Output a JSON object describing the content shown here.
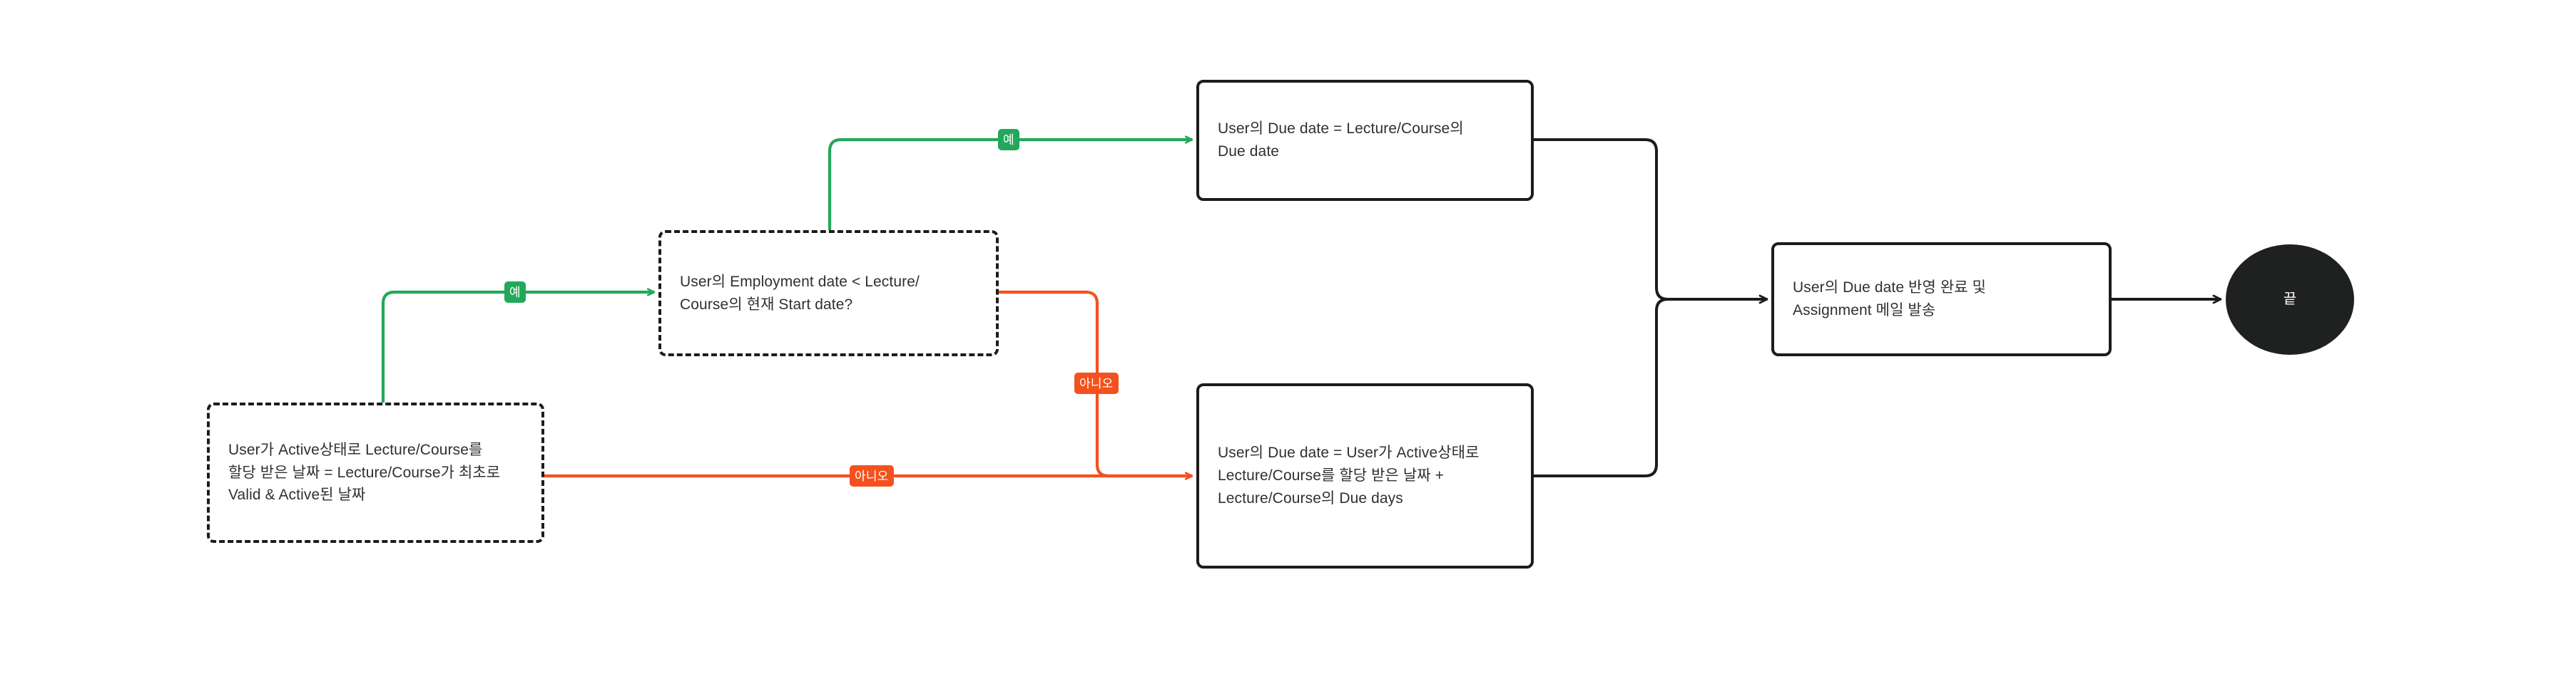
{
  "diagram": {
    "type": "flowchart",
    "background": "#ffffff",
    "colors": {
      "yes_edge": "#22a85a",
      "no_edge": "#f4511e",
      "node_stroke": "#1c1c1b",
      "node_text": "#30302f",
      "terminal_fill": "#1f2020",
      "terminal_text": "#ffffff"
    }
  },
  "nodes": {
    "start_fact": {
      "text": "User가 Active상태로 Lecture/Course를\n할당 받은 날짜 = Lecture/Course가 최초로\nValid & Active된 날짜",
      "shape": "rounded-rect-dashed"
    },
    "decision": {
      "text": "User의 Employment date < Lecture/\nCourse의 현재 Start date?",
      "shape": "rounded-rect-dashed"
    },
    "result_yes": {
      "text": "User의 Due date = Lecture/Course의\nDue date",
      "shape": "rounded-rect"
    },
    "result_no": {
      "text": "User의 Due date = User가 Active상태로\nLecture/Course를 할당 받은 날짜 +\nLecture/Course의 Due days",
      "shape": "rounded-rect"
    },
    "final_action": {
      "text": "User의 Due date 반영 완료 및\nAssignment 메일 발송",
      "shape": "rounded-rect"
    },
    "end_terminal": {
      "text": "끝",
      "shape": "ellipse"
    }
  },
  "edge_labels": {
    "start_to_decision": "예",
    "decision_yes": "예",
    "decision_no": "아니오",
    "start_to_result_no": "아니오"
  }
}
